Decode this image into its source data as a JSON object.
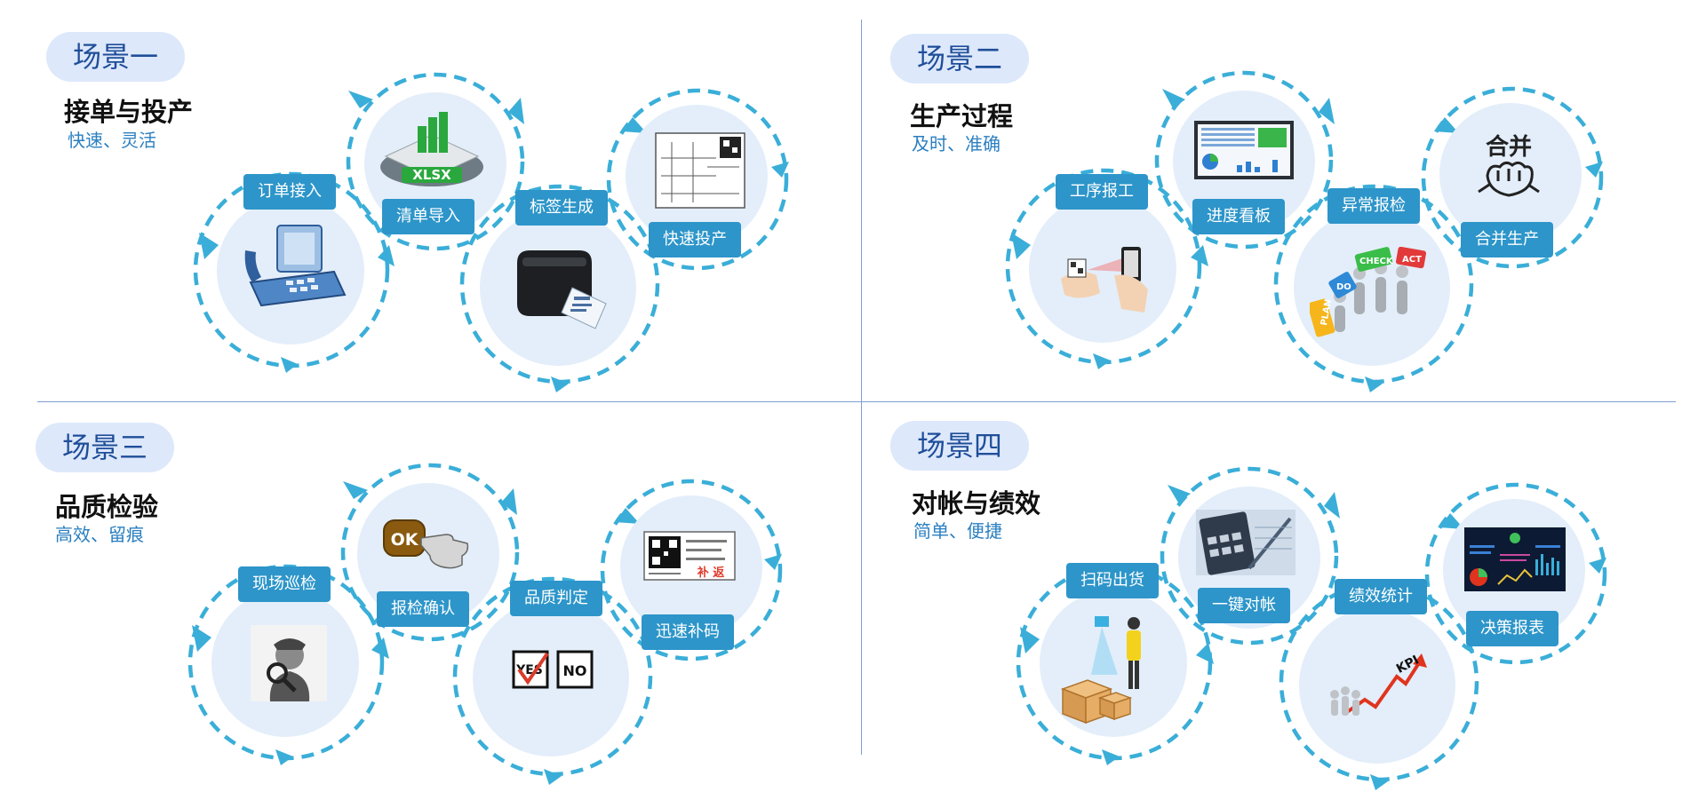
{
  "scenes": [
    {
      "badge": "场景一",
      "title": "接单与投产",
      "subtitle": "快速、灵活",
      "steps": [
        "订单接入",
        "清单导入",
        "标签生成",
        "快速投产"
      ],
      "icons": [
        "telephone-icon",
        "xlsx-spreadsheet-icon",
        "label-printer-icon",
        "drawing-qr-icon"
      ]
    },
    {
      "badge": "场景二",
      "title": "生产过程",
      "subtitle": "及时、准确",
      "steps": [
        "工序报工",
        "进度看板",
        "异常报检",
        "合并生产"
      ],
      "icons": [
        "phone-scan-icon",
        "dashboard-screen-icon",
        "pdca-team-icon",
        "merge-fist-icon"
      ],
      "icon_texts": [
        "合并",
        "PLAN",
        "DO",
        "CHECK",
        "ACT"
      ]
    },
    {
      "badge": "场景三",
      "title": "品质检验",
      "subtitle": "高效、留痕",
      "steps": [
        "现场巡检",
        "报检确认",
        "品质判定",
        "迅速补码"
      ],
      "icons": [
        "magnifier-inspector-icon",
        "ok-button-hand-icon",
        "yes-no-check-icon",
        "qr-label-icon"
      ],
      "icon_texts": [
        "OK",
        "YES",
        "NO",
        "补 返"
      ]
    },
    {
      "badge": "场景四",
      "title": "对帐与绩效",
      "subtitle": "简单、便捷",
      "steps": [
        "扫码出货",
        "一键对帐",
        "绩效统计",
        "决策报表"
      ],
      "icons": [
        "scan-shipment-icon",
        "calculator-icon",
        "kpi-growth-icon",
        "report-dashboard-icon"
      ],
      "icon_texts": [
        "KPI"
      ]
    }
  ],
  "colors": {
    "ring": "#3aaed8",
    "label": "#2d95c9",
    "circle": "#e3eefa",
    "badge_bg": "#dde8fb",
    "badge_text": "#1f4e99",
    "subtitle": "#2a7fc0",
    "divider": "#7f9fcf"
  }
}
